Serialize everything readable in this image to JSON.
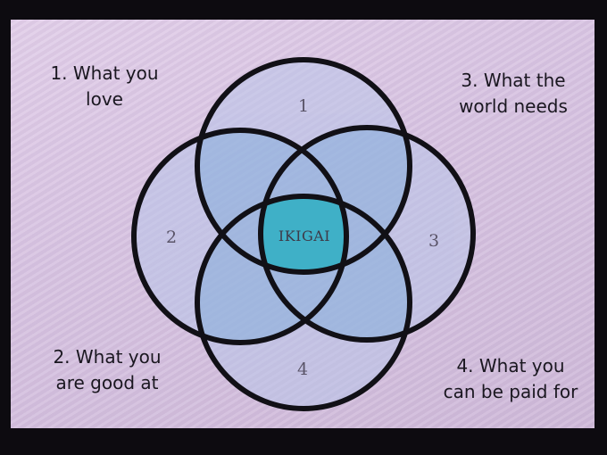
{
  "corners": {
    "top_left": [
      "1. What you",
      "love"
    ],
    "top_right": [
      "3. What the",
      "world needs"
    ],
    "bottom_left": [
      "2. What you",
      "are good at"
    ],
    "bottom_right": [
      "4. What you",
      "can be paid for"
    ]
  },
  "circles": {
    "top": "1",
    "left": "2",
    "right": "3",
    "bottom": "4"
  },
  "center": "IKIGAI",
  "colors": {
    "slide_background": "#d8c4e2",
    "single_overlap": "#a8bfe0",
    "double_overlap": "#82aed6",
    "center_fill": "#4fb3c9",
    "outline": "#111016"
  }
}
